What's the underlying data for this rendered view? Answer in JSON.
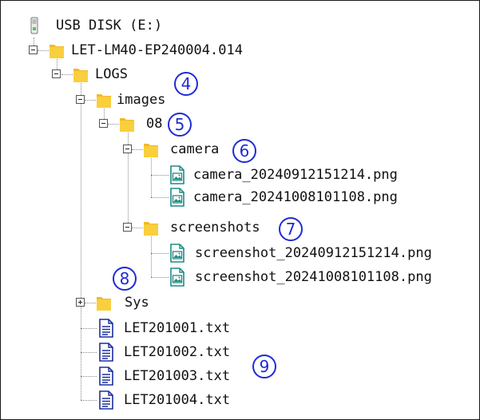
{
  "tree": {
    "drive_label": "USB DISK (E:)",
    "root_folder": "LET-LM40-EP240004.014",
    "logs_folder": "LOGS",
    "images_folder": "images",
    "month_folder": "08",
    "camera_folder": "camera",
    "camera_files": [
      "camera_20240912151214.png",
      "camera_20241008101108.png"
    ],
    "screenshots_folder": "screenshots",
    "screenshot_files": [
      "screenshot_20240912151214.png",
      "screenshot_20241008101108.png"
    ],
    "sys_folder": "Sys",
    "log_files": [
      "LET201001.txt",
      "LET201002.txt",
      "LET201003.txt",
      "LET201004.txt"
    ]
  },
  "callouts": [
    "4",
    "5",
    "6",
    "7",
    "8",
    "9"
  ],
  "colors": {
    "folder": "#f9cf3d",
    "folder_tab": "#f4b82a",
    "image_file": "#1e8c86",
    "text_file": "#1c2f9e",
    "callout": "#1f2bd6"
  }
}
